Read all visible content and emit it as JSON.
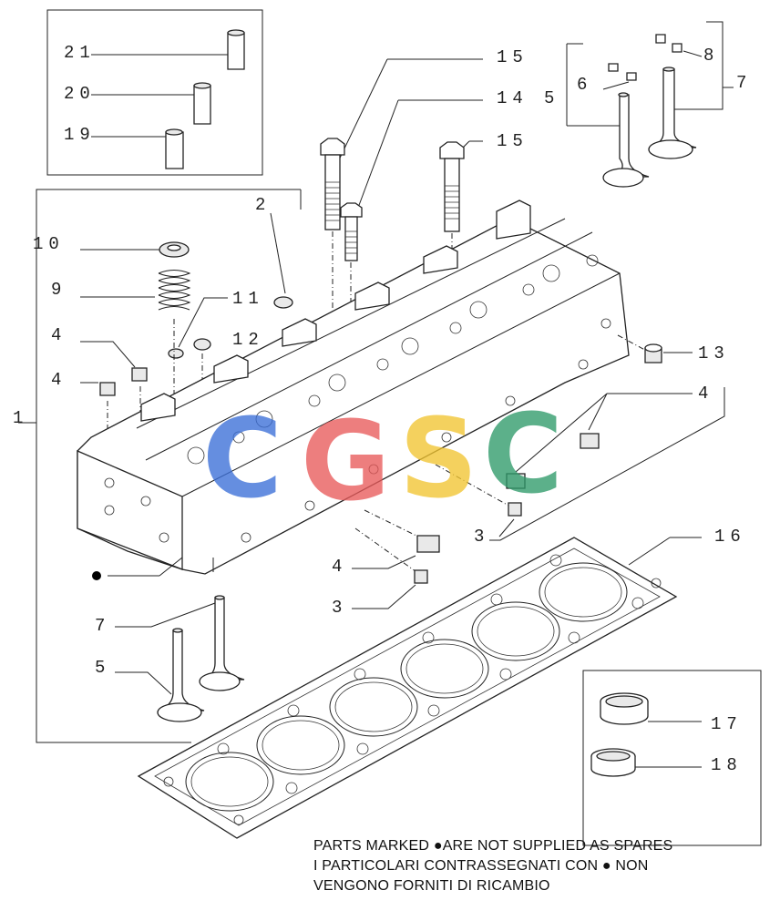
{
  "callouts": {
    "c21": "21",
    "c20": "20",
    "c19": "19",
    "c15a": "15",
    "c14": "14",
    "c15b": "15",
    "c8": "8",
    "c7a": "7",
    "c6": "6",
    "c5a": "5",
    "c2": "2",
    "c10": "10",
    "c9": "9",
    "c11": "11",
    "c12": "12",
    "c4a": "4",
    "c4b": "4",
    "c1": "1",
    "c13": "13",
    "c4c": "4",
    "c3a": "3",
    "c4d": "4",
    "c3b": "3",
    "c16": "16",
    "c7b": "7",
    "c5b": "5",
    "c17": "17",
    "c18": "18"
  },
  "watermark": {
    "text": "CGSC",
    "colors": [
      "#3b6fd8",
      "#e85a5a",
      "#f2c531",
      "#2f9a6a"
    ]
  },
  "note": {
    "line1_before": "PARTS MARKED ",
    "line1_after": "ARE NOT SUPPLIED AS SPARES",
    "line2_before": "I  PARTICOLARI  CONTRASSEGNATI  CON ",
    "line2_after": " NON",
    "line3": "VENGONO FORNITI DI RICAMBIO"
  }
}
